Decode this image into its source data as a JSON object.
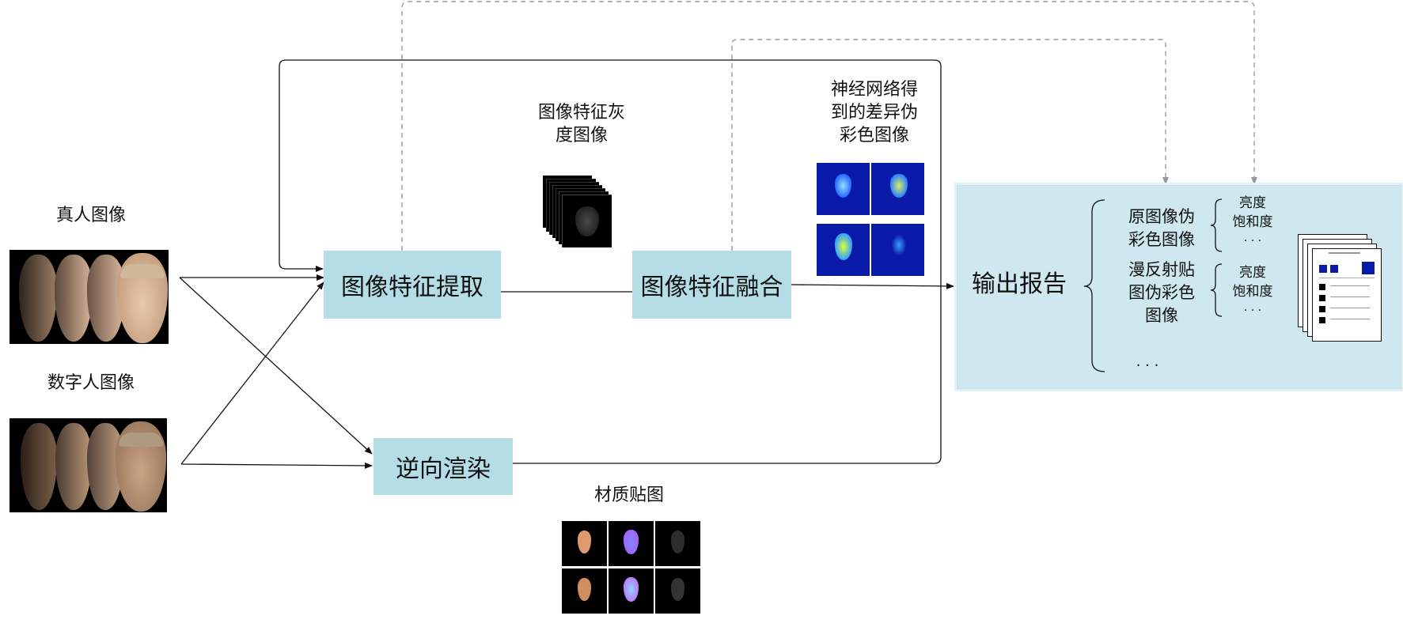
{
  "labels": {
    "real_image": "真人图像",
    "digital_image": "数字人图像",
    "gray_feature": [
      "图像特征灰",
      "度图像"
    ],
    "nn_diff": [
      "神经网络得",
      "到的差异伪",
      "彩色图像"
    ],
    "material_map": "材质贴图"
  },
  "boxes": {
    "feature_extract": "图像特征提取",
    "feature_fusion": "图像特征融合",
    "inverse_render": "逆向渲染",
    "output_report": "输出报告"
  },
  "report": {
    "item1": [
      "原图像伪",
      "彩色图像"
    ],
    "item2": [
      "漫反射贴",
      "图伪彩色",
      "图像"
    ],
    "more": "· · ·",
    "sub": {
      "brightness": "亮度",
      "saturation": "饱和度",
      "more": "· · ·"
    }
  },
  "colors": {
    "box_fill": "#b5dde6",
    "report_fill": "#cfe8ef",
    "dashed_line": "#999999",
    "solid_line": "#111111"
  }
}
